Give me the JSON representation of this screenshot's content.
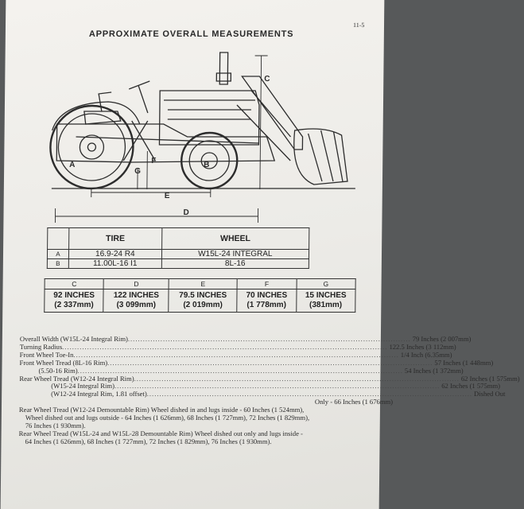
{
  "page_number": "11-5",
  "title": "APPROXIMATE OVERALL MEASUREMENTS",
  "diagram_labels": {
    "a": "A",
    "b": "B",
    "c": "C",
    "d": "D",
    "e": "E",
    "f": "F",
    "g": "G"
  },
  "tire_wheel_table": {
    "headers": {
      "tire": "TIRE",
      "wheel": "WHEEL"
    },
    "rows": [
      {
        "label": "A",
        "tire": "16.9-24 R4",
        "wheel": "W15L-24 INTEGRAL"
      },
      {
        "label": "B",
        "tire": "11.00L-16 I1",
        "wheel": "8L-16"
      }
    ]
  },
  "dimensions_table": {
    "columns": [
      {
        "label": "C",
        "inches": "92 INCHES",
        "mm": "(2 337mm)"
      },
      {
        "label": "D",
        "inches": "122 INCHES",
        "mm": "(3 099mm)"
      },
      {
        "label": "E",
        "inches": "79.5 INCHES",
        "mm": "(2 019mm)"
      },
      {
        "label": "F",
        "inches": "70 INCHES",
        "mm": "(1 778mm)"
      },
      {
        "label": "G",
        "inches": "15 INCHES",
        "mm": "(381mm)"
      }
    ]
  },
  "specs": [
    {
      "label": "Overall Width (W15L-24 Integral Rim)",
      "value": "79 Inches (2 007mm)"
    },
    {
      "label": "Turning Radius",
      "value": "122.5 Inches (3 112mm)"
    },
    {
      "label": "Front Wheel Toe-In",
      "value": "1/4 Inch (6.35mm)"
    },
    {
      "label": "Front Wheel Tread (8L-16 Rim)",
      "value": "57 Inches (1 448mm)"
    },
    {
      "label": "(5.50-16 Rim)",
      "value": "54 Inches (1 372mm)"
    },
    {
      "label": "Rear Wheel Tread (W12-24 Integral Rim)",
      "value": "62 Inches (1 575mm)"
    },
    {
      "label": "(W15-24 Integral Rim)",
      "value": "62 Inches (1 575mm)"
    },
    {
      "label": "(W12-24 Integral Rim, 1.81 offset)",
      "value": "Dished Out"
    },
    {
      "label": "",
      "value": "Only - 66 Inches (1 676mm)"
    }
  ],
  "paragraphs": {
    "demountable_w12": [
      "Rear Wheel Tread (W12-24 Demountable Rim) Wheel dished in and lugs inside - 60 Inches (1 524mm),",
      "Wheel dished out and lugs outside - 64 Inches (1 626mm), 68 Inches (1 727mm), 72 Inches (1 829mm),",
      "76 Inches (1 930mm)."
    ],
    "demountable_w15": [
      "Rear Wheel Tread (W15L-24 and W15L-28 Demountable Rim) Wheel dished out only and lugs inside -",
      "64 Inches (1 626mm), 68 Inches (1 727mm), 72 Inches (1 829mm), 76 Inches (1 930mm)."
    ]
  }
}
